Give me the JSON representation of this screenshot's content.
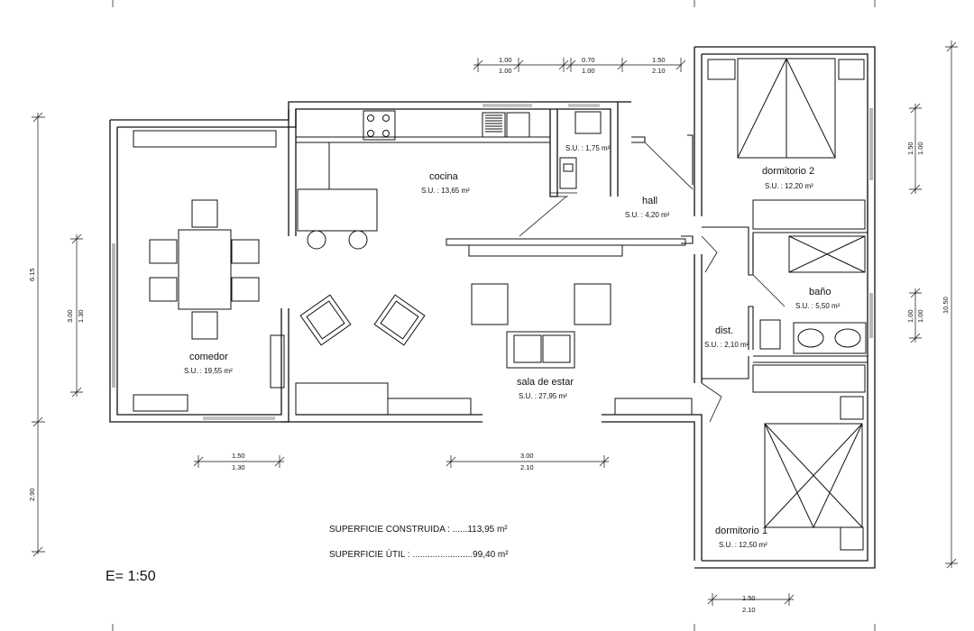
{
  "rooms": {
    "cocina": {
      "name": "cocina",
      "su": "S.U. : 13,65 m²"
    },
    "bath_small": {
      "su": "S.U. : 1,75 m²"
    },
    "hall": {
      "name": "hall",
      "su": "S.U. : 4,20 m²"
    },
    "dorm2": {
      "name": "dormitorio 2",
      "su": "S.U. : 12,20 m²"
    },
    "bano": {
      "name": "baño",
      "su": "S.U. : 5,50 m²"
    },
    "dist": {
      "name": "dist.",
      "su": "S.U. : 2,10 m²"
    },
    "comedor": {
      "name": "comedor",
      "su": "S.U. : 19,55 m²"
    },
    "sala": {
      "name": "sala de estar",
      "su": "S.U. : 27,95 m²"
    },
    "dorm1": {
      "name": "dormitorio 1",
      "su": "S.U. : 12,50 m²"
    }
  },
  "dimensions": {
    "top_1": {
      "upper": "1.00",
      "lower": "1.00"
    },
    "top_2": {
      "upper": "0.70",
      "lower": "1.00"
    },
    "top_3": {
      "upper": "1.50",
      "lower": "2.10"
    },
    "bottom_left": {
      "upper": "1.50",
      "lower": "1.30"
    },
    "bottom_mid": {
      "upper": "3.00",
      "lower": "2.10"
    },
    "bottom_right": {
      "upper": "1.50",
      "lower": "2.10"
    },
    "left_total": "6.15",
    "left_window": {
      "upper": "3.00",
      "lower": "1.30"
    },
    "left_bottom": "2.90",
    "right_total": "10.50",
    "right_window_top": {
      "upper": "1.50",
      "lower": "1.00"
    },
    "right_window_mid": {
      "upper": "1.00",
      "lower": "1.00"
    }
  },
  "summary": {
    "construida_label": "SUPERFICIE CONSTRUIDA : ......113,95 m²",
    "util_label": "SUPERFICIE ÚTIL : ........................99,40 m²"
  },
  "scale": "E= 1:50",
  "colors": {
    "line": "#111111",
    "background": "#ffffff"
  }
}
